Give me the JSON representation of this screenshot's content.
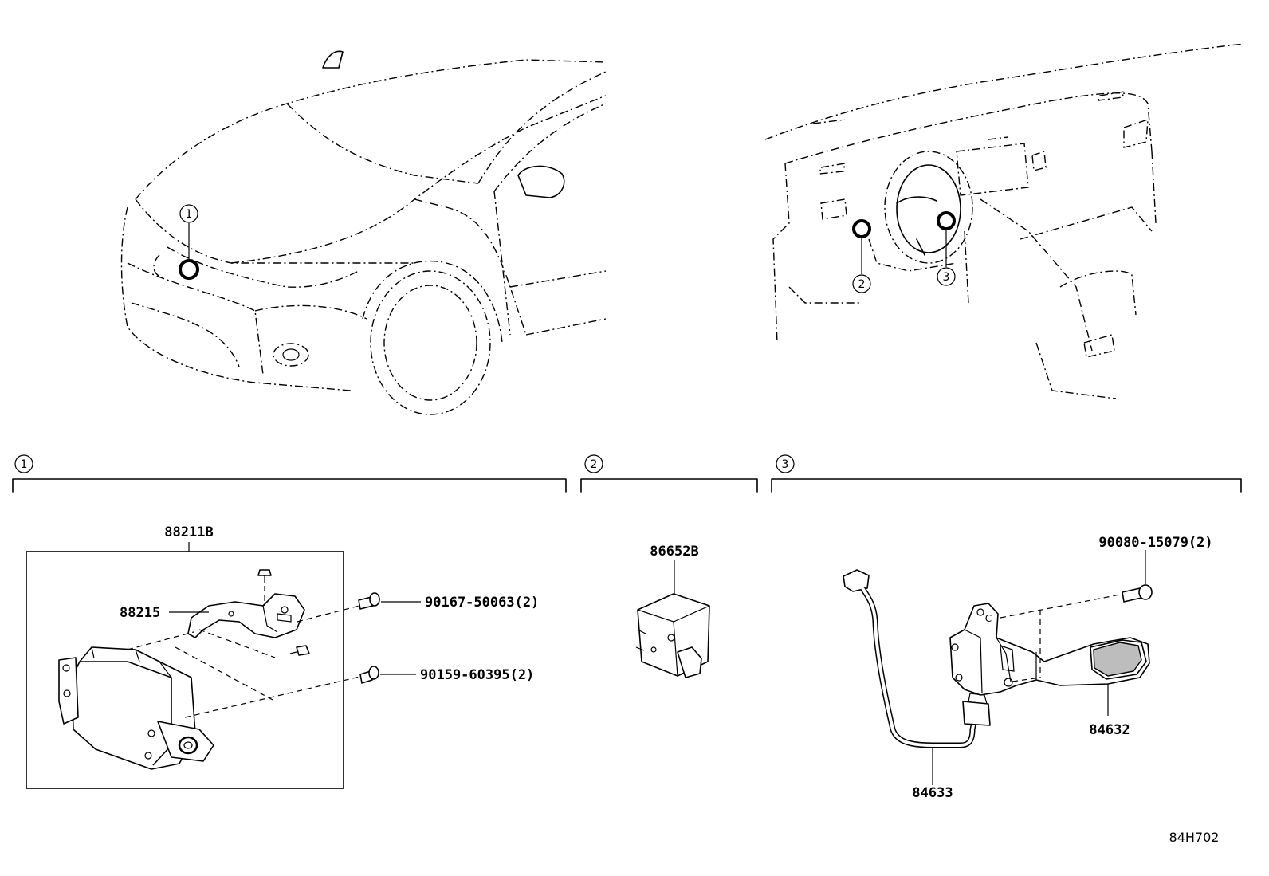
{
  "callouts": {
    "c1": "1",
    "c2": "2",
    "c3": "3"
  },
  "groups": {
    "g1": "1",
    "g2": "2",
    "g3": "3"
  },
  "parts": {
    "p88211B": "88211B",
    "p88215": "88215",
    "p90167": "90167-50063(2)",
    "p90159": "90159-60395(2)",
    "p86652B": "86652B",
    "p90080": "90080-15079(2)",
    "p84632": "84632",
    "p84633": "84633"
  },
  "diagram_code": "84H702"
}
